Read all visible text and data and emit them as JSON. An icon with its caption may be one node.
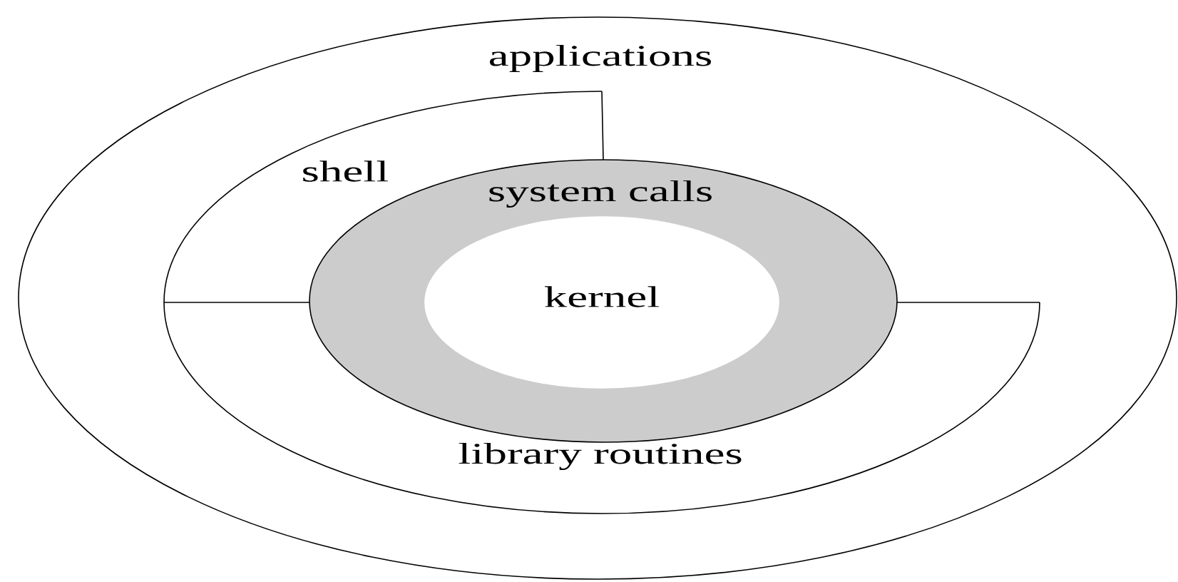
{
  "diagram": {
    "nodes": [
      {
        "text": [
          "applications"
        ]
      },
      {
        "text": [
          "shell",
          "library routines"
        ],
        "in": 0
      },
      {
        "text": [
          "system calls"
        ],
        "in": 1
      },
      {
        "text": [
          "kernel"
        ],
        "in": 2
      }
    ]
  }
}
